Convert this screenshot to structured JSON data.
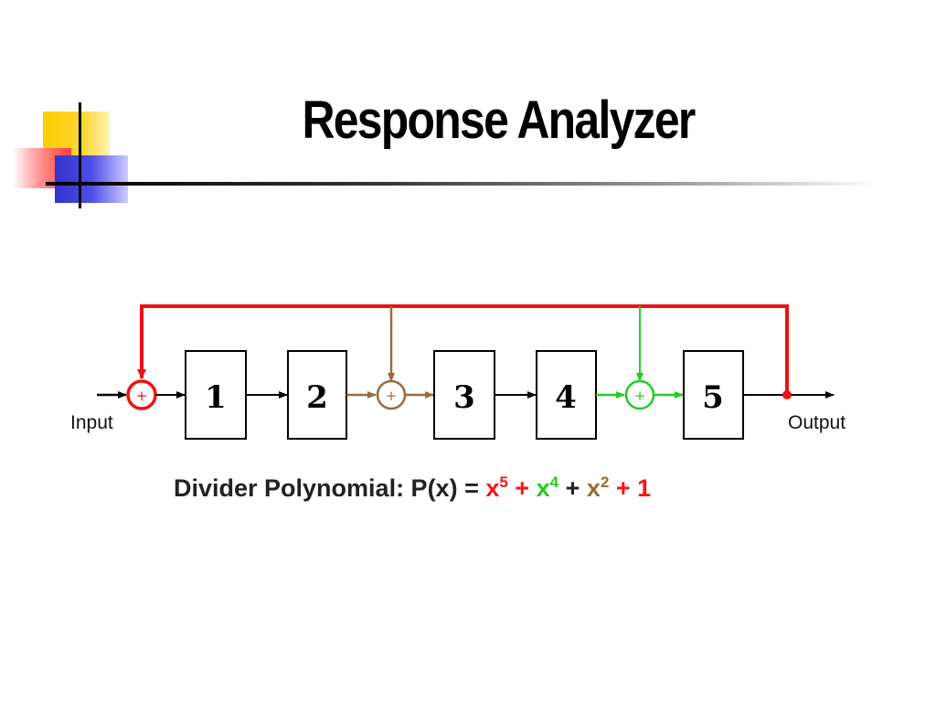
{
  "slide": {
    "title": "Response Analyzer"
  },
  "diagram": {
    "registers": [
      "1",
      "2",
      "3",
      "4",
      "5"
    ],
    "input_label": "Input",
    "output_label": "Output",
    "adder_symbol": "+",
    "colors": {
      "feedback": "#ee1111",
      "tap_x2": "#9a6a3a",
      "tap_x4": "#22cc22",
      "line": "#000000"
    }
  },
  "polynomial": {
    "prefix": "Divider Polynomial: P(x) = ",
    "terms": [
      {
        "base": "x",
        "exp": "5",
        "color": "red"
      },
      {
        "op": " + ",
        "color": "red"
      },
      {
        "base": "x",
        "exp": "4",
        "color": "green"
      },
      {
        "op": " + ",
        "color": "dark"
      },
      {
        "base": "x",
        "exp": "2",
        "color": "brown"
      },
      {
        "op": " + 1",
        "color": "red"
      }
    ]
  }
}
